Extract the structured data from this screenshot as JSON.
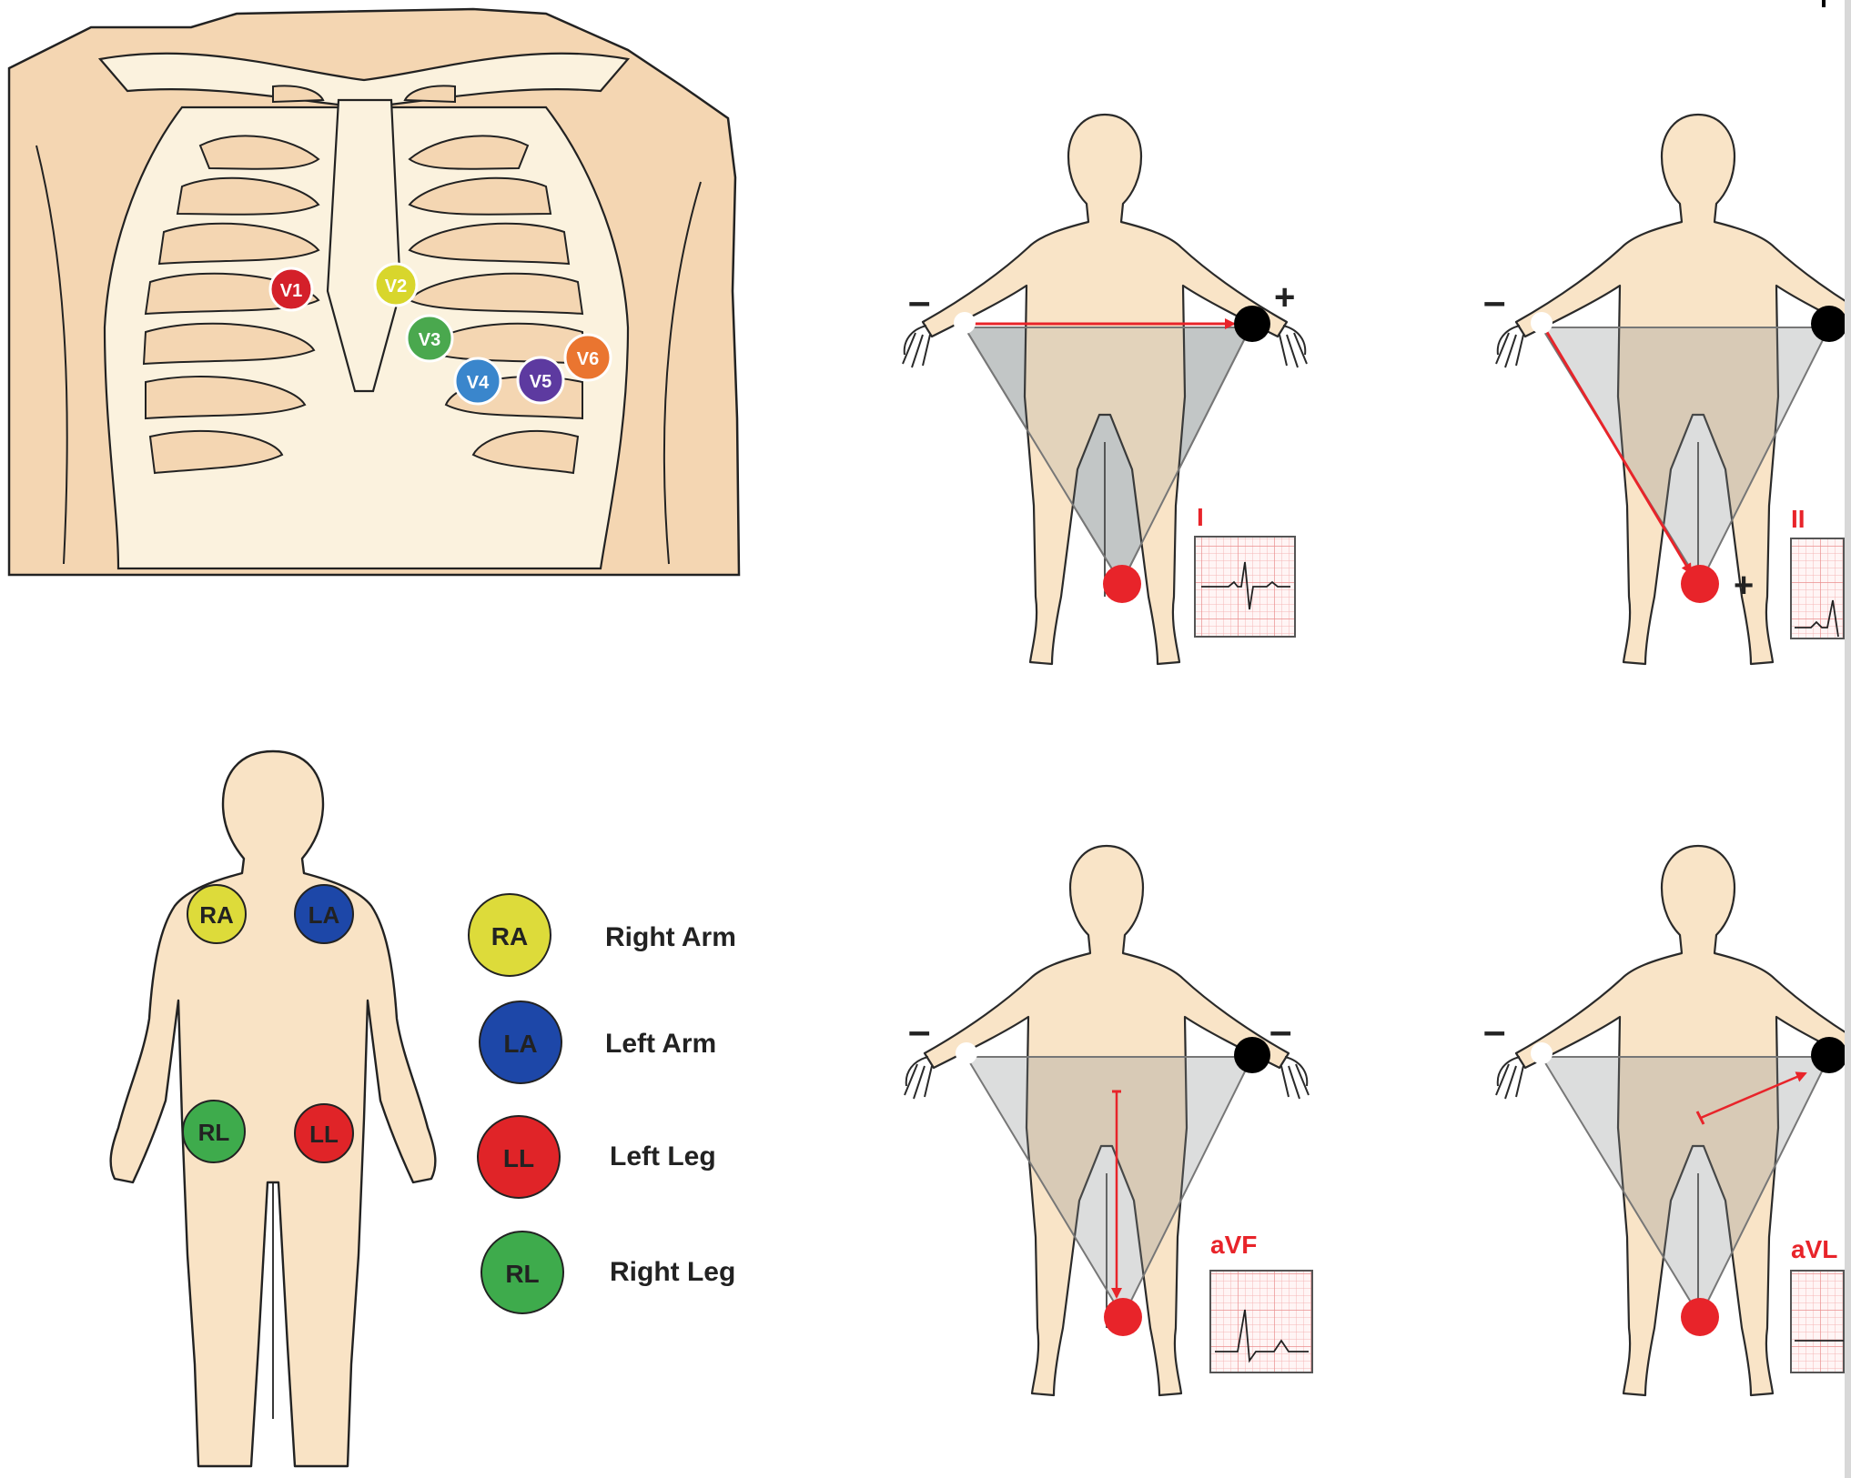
{
  "chest": {
    "precordial_leads": [
      {
        "label": "V1",
        "color": "#d4202a"
      },
      {
        "label": "V2",
        "color": "#d8d62c"
      },
      {
        "label": "V3",
        "color": "#4aa84e"
      },
      {
        "label": "V4",
        "color": "#3a86cc"
      },
      {
        "label": "V5",
        "color": "#5d3aa0"
      },
      {
        "label": "V6",
        "color": "#ea7530"
      }
    ]
  },
  "limb_leads": {
    "body_labels": [
      "RA",
      "LA",
      "RL",
      "LL"
    ],
    "legend": [
      {
        "code": "RA",
        "name": "Right Arm",
        "color": "#dddb3a"
      },
      {
        "code": "LA",
        "name": "Left Arm",
        "color": "#1d47a8"
      },
      {
        "code": "LL",
        "name": "Left Leg",
        "color": "#e02428"
      },
      {
        "code": "RL",
        "name": "Right Leg",
        "color": "#3eab4c"
      }
    ]
  },
  "einthoven": {
    "panels": [
      {
        "lead": "I",
        "neg": "–",
        "pos": "+"
      },
      {
        "lead": "II",
        "neg": "–",
        "pos": "+"
      },
      {
        "lead": "aVF",
        "neg": "–",
        "neg2": "–"
      },
      {
        "lead": "aVL",
        "neg": "–"
      }
    ]
  },
  "colors": {
    "skin": "#f9e3c5",
    "chest_skin": "#f4d6b2",
    "bone": "#fbf2de",
    "triangle": "#cfd2d2",
    "accent_red": "#e8242a",
    "ecg_grid": "#f5b8b8"
  }
}
